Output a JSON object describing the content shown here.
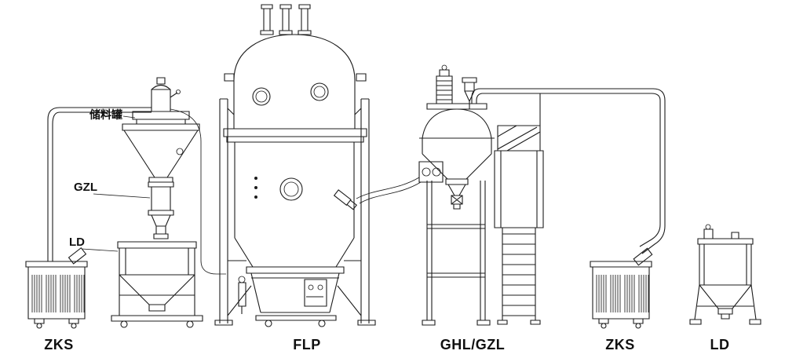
{
  "diagram": {
    "bottom_labels": {
      "zks_left": "ZKS",
      "flp": "FLP",
      "ghl_gzl": "GHL/GZL",
      "zks_right": "ZKS",
      "ld_right": "LD"
    },
    "component_labels": {
      "storage_tank": "储料罐",
      "gzl": "GZL",
      "ld": "LD"
    },
    "colors": {
      "line": "#1c1c1c",
      "background": "#ffffff"
    }
  }
}
